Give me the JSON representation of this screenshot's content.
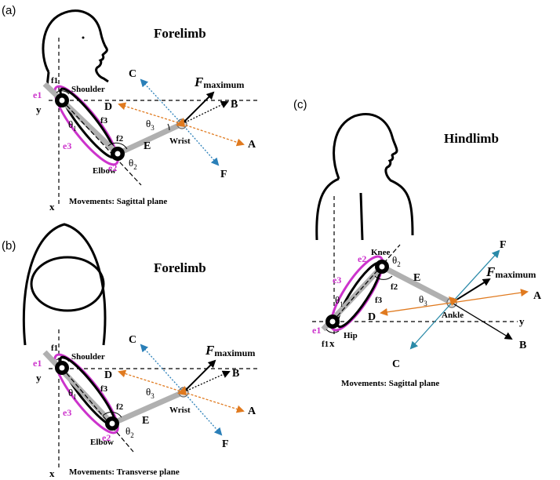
{
  "panels": {
    "a": {
      "letter": "(a)",
      "title": "Forelimb",
      "caption": "Movements: Sagittal plane",
      "joints": {
        "proximal": "Shoulder",
        "middle": "Elbow",
        "distal": "Wrist"
      },
      "axes": {
        "vertical": "x",
        "horizontal": "y"
      },
      "segment": "E",
      "force": {
        "symbol": "F",
        "subscript": "maximum"
      },
      "directions": {
        "A": "A",
        "B": "B",
        "C": "C",
        "D": "D",
        "F": "F"
      },
      "ellipses": {
        "e1": "e1",
        "e2": "e2",
        "e3": "e3"
      },
      "fibers": {
        "f1": "f1",
        "f2": "f2",
        "f3": "f3"
      },
      "angles": {
        "t1": "θ",
        "t1s": "1",
        "t2": "θ",
        "t2s": "2",
        "t3": "θ",
        "t3s": "3"
      }
    },
    "b": {
      "letter": "(b)",
      "title": "Forelimb",
      "caption": "Movements: Transverse plane",
      "joints": {
        "proximal": "Shoulder",
        "middle": "Elbow",
        "distal": "Wrist"
      },
      "axes": {
        "vertical": "x",
        "horizontal": "y"
      },
      "segment": "E",
      "force": {
        "symbol": "F",
        "subscript": "maximum"
      },
      "directions": {
        "A": "A",
        "B": "B",
        "C": "C",
        "D": "D",
        "F": "F"
      },
      "ellipses": {
        "e1": "e1",
        "e2": "e2",
        "e3": "e3"
      },
      "fibers": {
        "f1": "f1",
        "f2": "f2",
        "f3": "f3"
      },
      "angles": {
        "t1": "θ",
        "t1s": "1",
        "t2": "θ",
        "t2s": "2",
        "t3": "θ",
        "t3s": "3"
      }
    },
    "c": {
      "letter": "(c)",
      "title": "Hindlimb",
      "caption": "Movements: Sagittal plane",
      "joints": {
        "proximal": "Hip",
        "middle": "Knee",
        "distal": "Ankle"
      },
      "axes": {
        "vertical": "x",
        "horizontal": "y"
      },
      "segment": "E",
      "force": {
        "symbol": "F",
        "subscript": "maximum"
      },
      "directions": {
        "A": "A",
        "B": "B",
        "C": "C",
        "D": "D",
        "F": "F"
      },
      "ellipses": {
        "e1": "e1",
        "e2": "e2",
        "e3": "e3"
      },
      "fibers": {
        "f1": "f1",
        "f2": "f2",
        "f3": "f3"
      },
      "angles": {
        "t1": "θ",
        "t1s": "1",
        "t2": "θ",
        "t2s": "2",
        "t3": "θ",
        "t3s": "3"
      }
    }
  },
  "colors": {
    "ellipse": "#cc33cc",
    "limb": "#b0b0b0",
    "orange_arrow": "#e07a1f",
    "blue_arrow": "#2a7fb8",
    "teal_arrow": "#2a8aa8",
    "ink": "#000000"
  }
}
